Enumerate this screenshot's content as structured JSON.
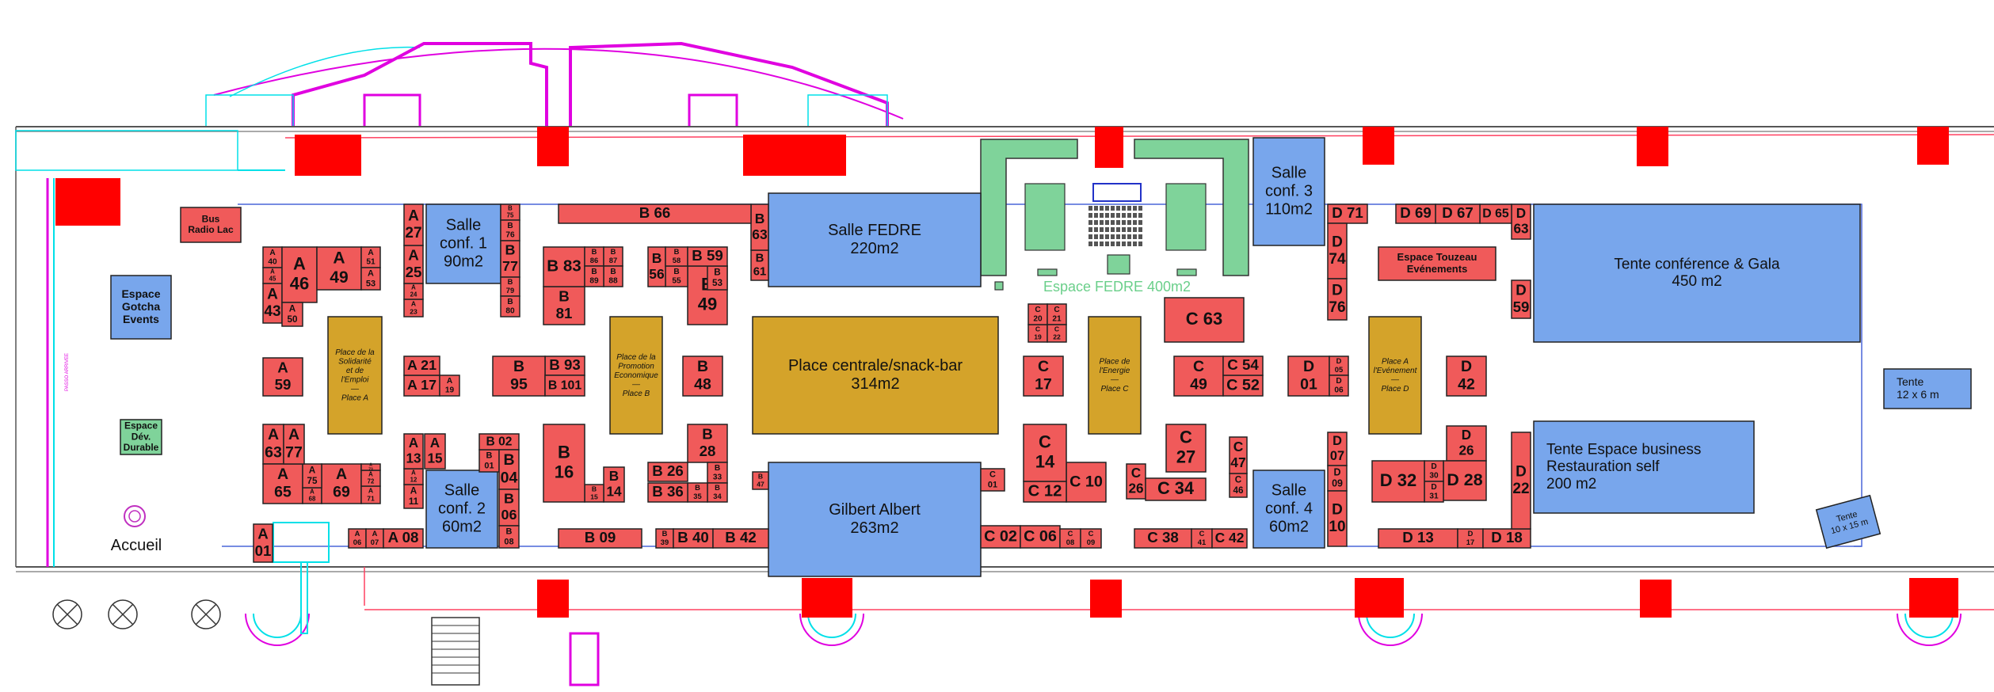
{
  "stands": [
    {
      "id": "A01",
      "label": "A\n01"
    },
    {
      "id": "A06",
      "label": "A\n06"
    },
    {
      "id": "A07",
      "label": "A\n07"
    },
    {
      "id": "A08",
      "label": "A 08"
    },
    {
      "id": "A11",
      "label": "A\n11"
    },
    {
      "id": "A12",
      "label": "A\n12"
    },
    {
      "id": "A13",
      "label": "A\n13"
    },
    {
      "id": "A15",
      "label": "A\n15"
    },
    {
      "id": "A17",
      "label": "A 17"
    },
    {
      "id": "A19",
      "label": "A\n19"
    },
    {
      "id": "A21",
      "label": "A 21"
    },
    {
      "id": "A23",
      "label": "A\n23"
    },
    {
      "id": "A24",
      "label": "A\n24"
    },
    {
      "id": "A25",
      "label": "A\n25"
    },
    {
      "id": "A27",
      "label": "A\n27"
    },
    {
      "id": "A40",
      "label": "A\n40"
    },
    {
      "id": "A43",
      "label": "A\n43"
    },
    {
      "id": "A45",
      "label": "A\n45"
    },
    {
      "id": "A46",
      "label": "A\n46"
    },
    {
      "id": "A49",
      "label": "A\n49"
    },
    {
      "id": "A50",
      "label": "A\n50"
    },
    {
      "id": "A51",
      "label": "A\n51"
    },
    {
      "id": "A53",
      "label": "A\n53"
    },
    {
      "id": "A59",
      "label": "A\n59"
    },
    {
      "id": "A63",
      "label": "A\n63"
    },
    {
      "id": "A65",
      "label": "A\n65"
    },
    {
      "id": "A68",
      "label": "A\n68"
    },
    {
      "id": "A69",
      "label": "A\n69"
    },
    {
      "id": "A71",
      "label": "A\n71"
    },
    {
      "id": "A72",
      "label": "A\n72"
    },
    {
      "id": "A73",
      "label": "A\n73"
    },
    {
      "id": "A75",
      "label": "A\n75"
    },
    {
      "id": "A77",
      "label": "A\n77"
    },
    {
      "id": "B01",
      "label": "B\n01"
    },
    {
      "id": "B02",
      "label": "B 02"
    },
    {
      "id": "B04",
      "label": "B\n04"
    },
    {
      "id": "B06",
      "label": "B\n06"
    },
    {
      "id": "B08",
      "label": "B\n08"
    },
    {
      "id": "B09",
      "label": "B 09"
    },
    {
      "id": "B14",
      "label": "B\n14"
    },
    {
      "id": "B15",
      "label": "B\n15"
    },
    {
      "id": "B16",
      "label": "B\n16"
    },
    {
      "id": "B26",
      "label": "B 26"
    },
    {
      "id": "B28",
      "label": "B\n28"
    },
    {
      "id": "B33",
      "label": "B\n33"
    },
    {
      "id": "B34",
      "label": "B\n34"
    },
    {
      "id": "B35",
      "label": "B\n35"
    },
    {
      "id": "B36",
      "label": "B 36"
    },
    {
      "id": "B39",
      "label": "B\n39"
    },
    {
      "id": "B40",
      "label": "B 40"
    },
    {
      "id": "B42",
      "label": "B 42"
    },
    {
      "id": "B47",
      "label": "B\n47"
    },
    {
      "id": "B48",
      "label": "B\n48"
    },
    {
      "id": "B49",
      "label": "B\n49"
    },
    {
      "id": "B53",
      "label": "B\n53"
    },
    {
      "id": "B55",
      "label": "B\n55"
    },
    {
      "id": "B56",
      "label": "B\n56"
    },
    {
      "id": "B58",
      "label": "B\n58"
    },
    {
      "id": "B59",
      "label": "B 59"
    },
    {
      "id": "B61",
      "label": "B\n61"
    },
    {
      "id": "B63",
      "label": "B\n63"
    },
    {
      "id": "B66",
      "label": "B 66"
    },
    {
      "id": "B75",
      "label": "B\n75"
    },
    {
      "id": "B76",
      "label": "B\n76"
    },
    {
      "id": "B77",
      "label": "B\n77"
    },
    {
      "id": "B79",
      "label": "B\n79"
    },
    {
      "id": "B80",
      "label": "B\n80"
    },
    {
      "id": "B81",
      "label": "B\n81"
    },
    {
      "id": "B83",
      "label": "B 83"
    },
    {
      "id": "B86",
      "label": "B\n86"
    },
    {
      "id": "B87",
      "label": "B\n87"
    },
    {
      "id": "B88",
      "label": "B\n88"
    },
    {
      "id": "B89",
      "label": "B\n89"
    },
    {
      "id": "B93",
      "label": "B 93"
    },
    {
      "id": "B95",
      "label": "B\n95"
    },
    {
      "id": "B101",
      "label": "B 101"
    },
    {
      "id": "C01",
      "label": "C\n01"
    },
    {
      "id": "C02",
      "label": "C 02"
    },
    {
      "id": "C06",
      "label": "C 06"
    },
    {
      "id": "C08",
      "label": "C\n08"
    },
    {
      "id": "C09",
      "label": "C\n09"
    },
    {
      "id": "C10",
      "label": "C 10"
    },
    {
      "id": "C12",
      "label": "C 12"
    },
    {
      "id": "C14",
      "label": "C\n14"
    },
    {
      "id": "C17",
      "label": "C\n17"
    },
    {
      "id": "C19",
      "label": "C\n19"
    },
    {
      "id": "C20",
      "label": "C\n20"
    },
    {
      "id": "C21",
      "label": "C\n21"
    },
    {
      "id": "C22",
      "label": "C\n22"
    },
    {
      "id": "C26",
      "label": "C\n26"
    },
    {
      "id": "C27",
      "label": "C\n27"
    },
    {
      "id": "C34",
      "label": "C 34"
    },
    {
      "id": "C38",
      "label": "C 38"
    },
    {
      "id": "C41",
      "label": "C\n41"
    },
    {
      "id": "C42",
      "label": "C 42"
    },
    {
      "id": "C46",
      "label": "C\n46"
    },
    {
      "id": "C47",
      "label": "C\n47"
    },
    {
      "id": "C49",
      "label": "C\n49"
    },
    {
      "id": "C52",
      "label": "C 52"
    },
    {
      "id": "C54",
      "label": "C 54"
    },
    {
      "id": "C63",
      "label": "C 63"
    },
    {
      "id": "D01",
      "label": "D\n01"
    },
    {
      "id": "D05",
      "label": "D\n05"
    },
    {
      "id": "D06",
      "label": "D\n06"
    },
    {
      "id": "D07",
      "label": "D\n07"
    },
    {
      "id": "D09",
      "label": "D\n09"
    },
    {
      "id": "D10",
      "label": "D\n10"
    },
    {
      "id": "D13",
      "label": "D 13"
    },
    {
      "id": "D17",
      "label": "D\n17"
    },
    {
      "id": "D18",
      "label": "D 18"
    },
    {
      "id": "D22",
      "label": "D\n22"
    },
    {
      "id": "D26",
      "label": "D\n26"
    },
    {
      "id": "D28",
      "label": "D 28"
    },
    {
      "id": "D30",
      "label": "D\n30"
    },
    {
      "id": "D31",
      "label": "D\n31"
    },
    {
      "id": "D32",
      "label": "D 32"
    },
    {
      "id": "D42",
      "label": "D\n42"
    },
    {
      "id": "D59",
      "label": "D\n59"
    },
    {
      "id": "D63",
      "label": "D\n63"
    },
    {
      "id": "D65",
      "label": "D 65"
    },
    {
      "id": "D67",
      "label": "D 67"
    },
    {
      "id": "D69",
      "label": "D 69"
    },
    {
      "id": "D71",
      "label": "D 71"
    },
    {
      "id": "D74",
      "label": "D\n74"
    },
    {
      "id": "D76",
      "label": "D\n76"
    }
  ],
  "rooms": [
    {
      "id": "salle-conf-1",
      "label": "Salle\nconf. 1\n90m2"
    },
    {
      "id": "salle-conf-2",
      "label": "Salle\nconf. 2\n60m2"
    },
    {
      "id": "salle-conf-3",
      "label": "Salle\nconf. 3\n110m2"
    },
    {
      "id": "salle-conf-4",
      "label": "Salle\nconf. 4\n60m2"
    },
    {
      "id": "salle-fedre",
      "label": "Salle FEDRE\n220m2"
    },
    {
      "id": "gilbert-albert",
      "label": "Gilbert Albert\n263m2"
    },
    {
      "id": "tente-conference",
      "label": "Tente conférence & Gala\n450 m2"
    },
    {
      "id": "tente-business",
      "label": "Tente Espace business\nRestauration self\n200 m2"
    },
    {
      "id": "tente-12x6",
      "label": "Tente\n12 x 6 m"
    },
    {
      "id": "tente-10x15",
      "label": "Tente\n10 x 15 m"
    },
    {
      "id": "espace-gotcha",
      "label": "Espace\nGotcha\nEvents"
    }
  ],
  "places": [
    {
      "id": "place-centrale",
      "label": "Place centrale/snack-bar\n314m2"
    },
    {
      "id": "place-a-solidarite",
      "label": "Place de la\nSolidarité\net de\nl'Emploi\n—\nPlace A"
    },
    {
      "id": "place-b-promotion",
      "label": "Place de la\nPromotion\nEconomique\n—\nPlace B"
    },
    {
      "id": "place-c-energie",
      "label": "Place de\nl'Energie\n—\nPlace C"
    },
    {
      "id": "place-d-evenement",
      "label": "Place A\nl'Evénement\n—\nPlace D"
    }
  ],
  "special": [
    {
      "id": "bus-radio-lac",
      "label": "Bus\nRadio Lac"
    },
    {
      "id": "espace-touzeau",
      "label": "Espace Touzeau\nEvénements"
    },
    {
      "id": "espace-dev-durable",
      "label": "Espace\nDév.\nDurable"
    }
  ],
  "labels": {
    "espace_fedre": "Espace FEDRE 400m2",
    "accueil": "Accueil",
    "passage": "PASSO ARRIVEE"
  },
  "colors": {
    "stand": "#f05a5a",
    "room": "#78a6ec",
    "place": "#d4a32a",
    "green": "#7fd39a",
    "wall_red": "#ff0000",
    "magenta": "#e000e0",
    "cyan": "#00e0e8",
    "outline": "#4a66d8",
    "fedre_text": "#6acf8a"
  }
}
